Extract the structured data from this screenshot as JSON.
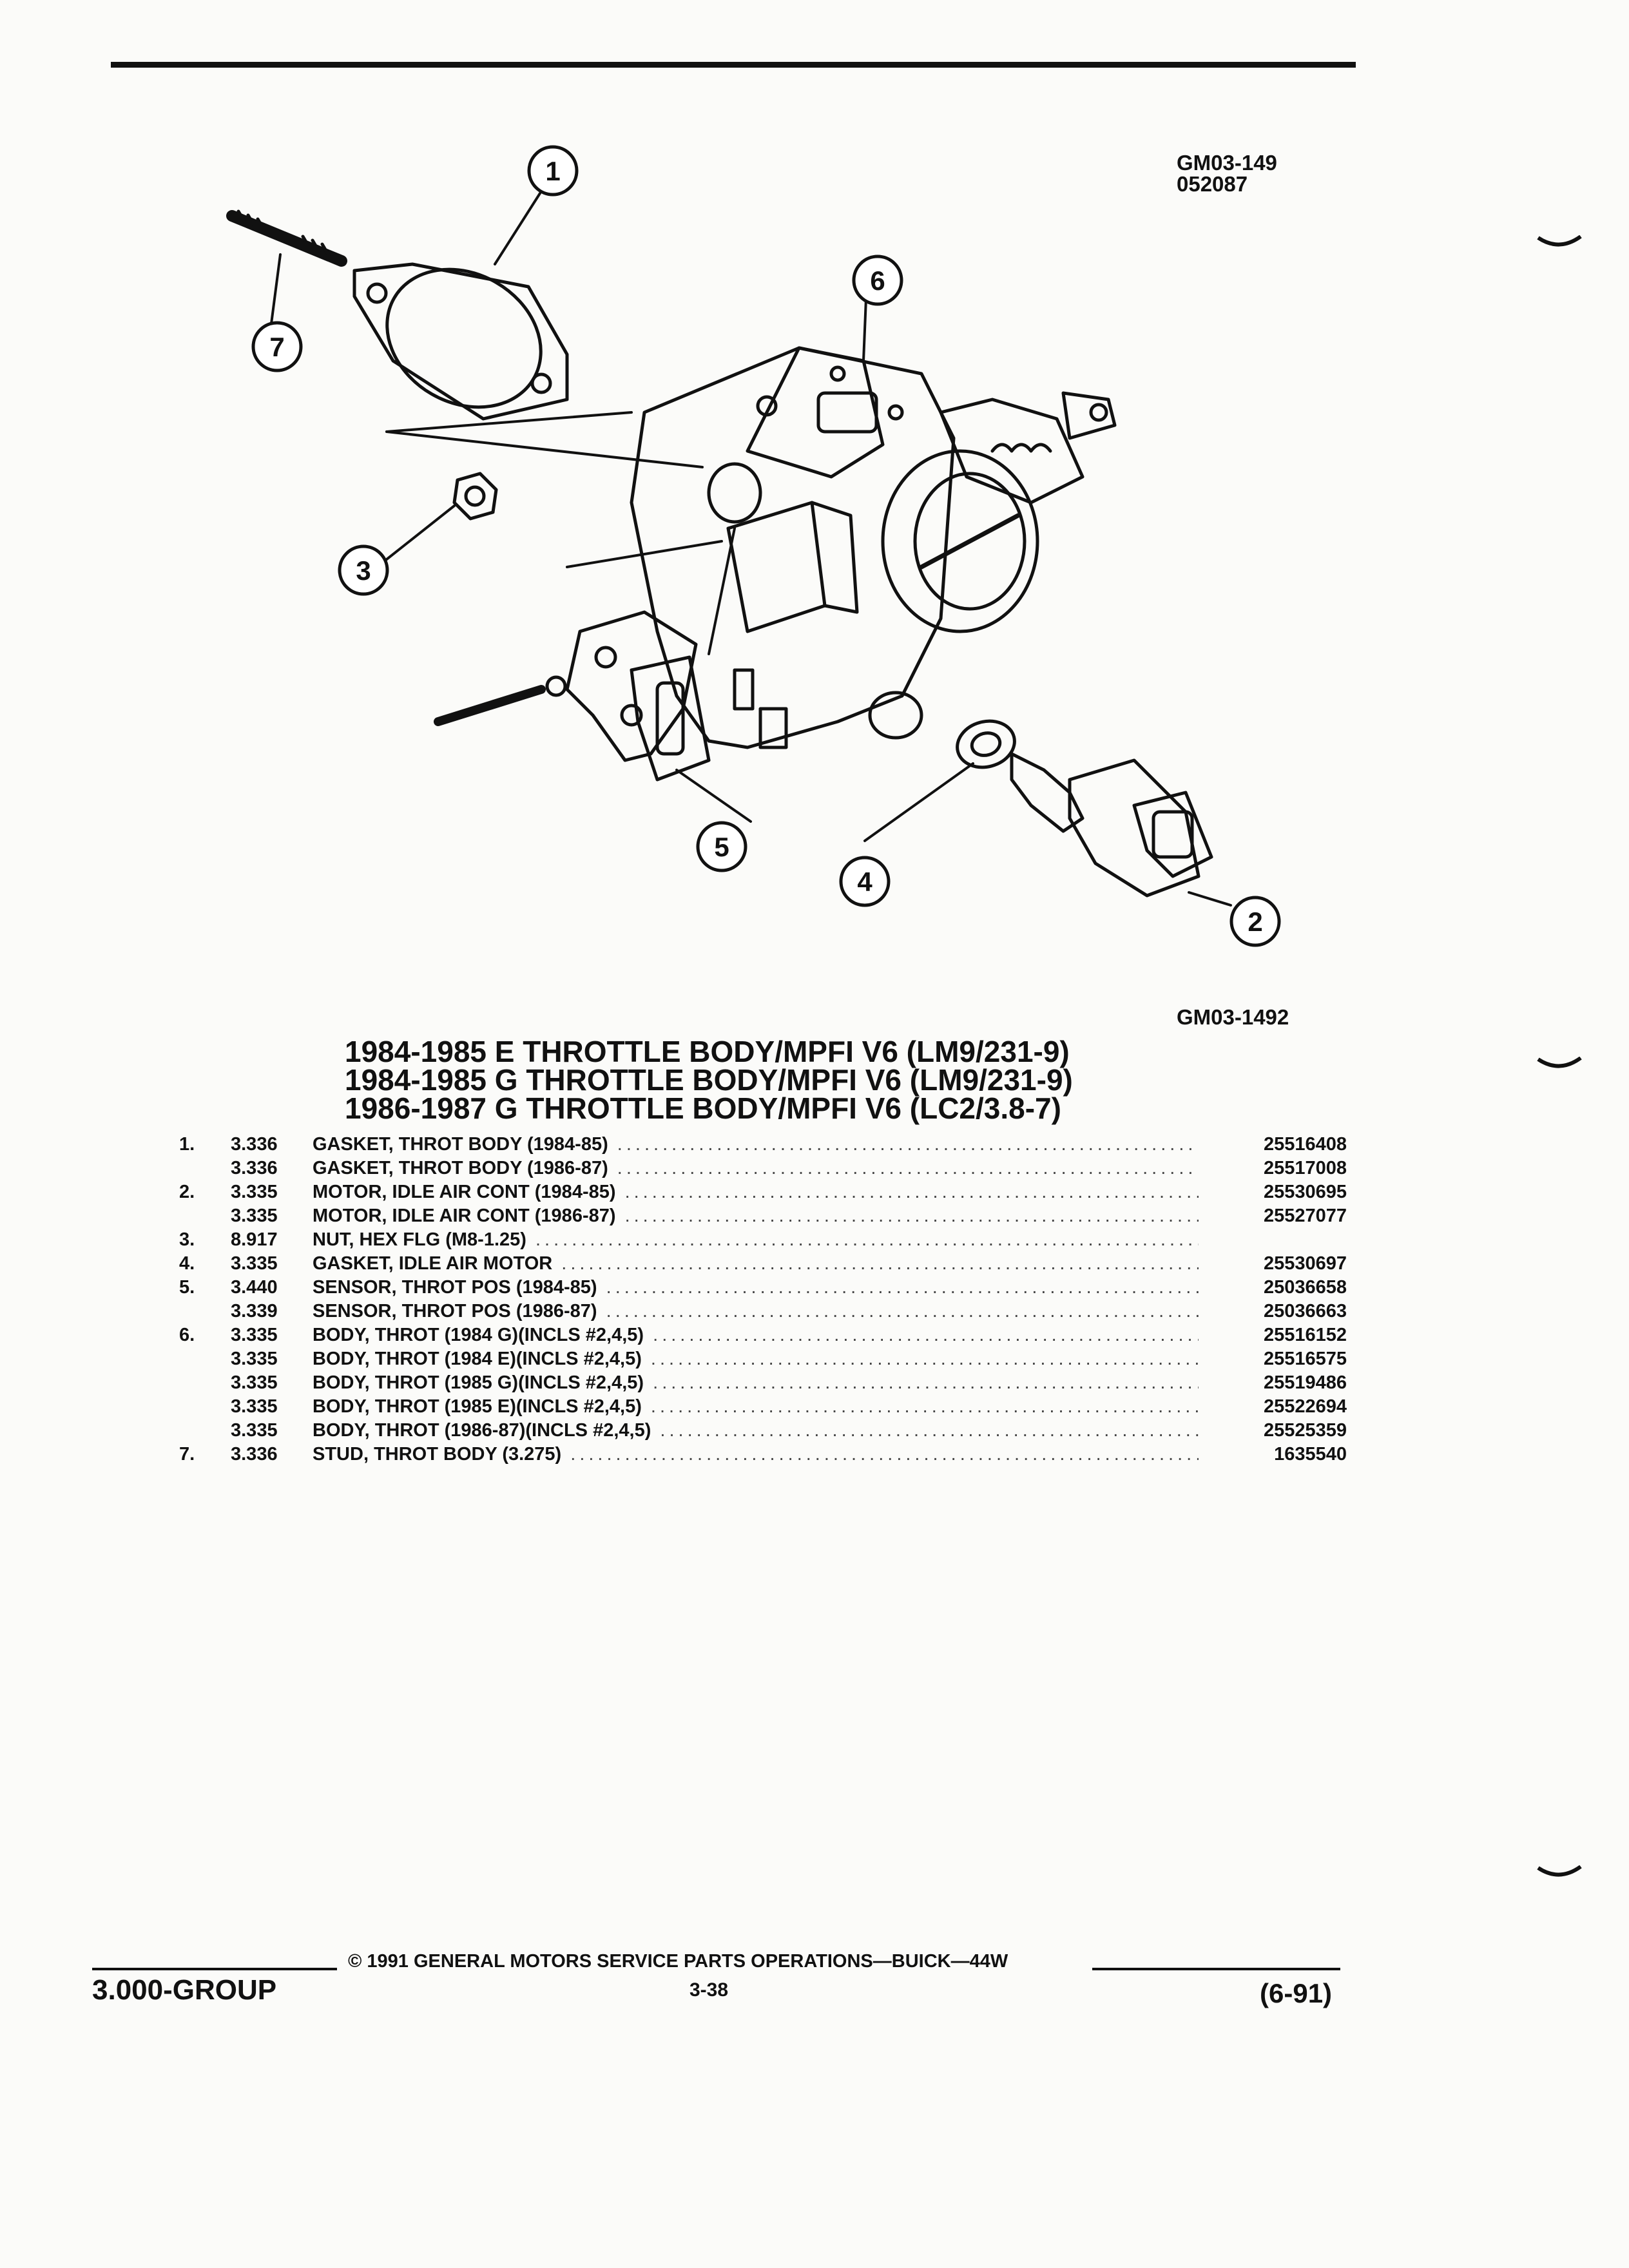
{
  "header": {
    "figure_id_1": "GM03-149",
    "figure_id_2": "052087",
    "figure_id_bottom": "GM03-1492"
  },
  "callouts": [
    "1",
    "2",
    "3",
    "4",
    "5",
    "6",
    "7"
  ],
  "titles": [
    "1984-1985 E THROTTLE BODY/MPFI V6 (LM9/231-9)",
    "1984-1985 G THROTTLE BODY/MPFI V6 (LM9/231-9)",
    "1986-1987 G THROTTLE BODY/MPFI V6 (LC2/3.8-7)"
  ],
  "parts": [
    {
      "ref": "1.",
      "group": "3.336",
      "name": "GASKET",
      "rest": ", THROT BODY (1984-85)",
      "part_no": "25516408"
    },
    {
      "ref": "",
      "group": "3.336",
      "name": "GASKET",
      "rest": ", THROT BODY (1986-87)",
      "part_no": "25517008"
    },
    {
      "ref": "2.",
      "group": "3.335",
      "name": "MOTOR",
      "rest": ", IDLE AIR CONT (1984-85)",
      "part_no": "25530695"
    },
    {
      "ref": "",
      "group": "3.335",
      "name": "MOTOR",
      "rest": ", IDLE AIR CONT (1986-87)",
      "part_no": "25527077"
    },
    {
      "ref": "3.",
      "group": "8.917",
      "name": "NUT",
      "rest": ", HEX FLG (M8-1.25)",
      "part_no": ""
    },
    {
      "ref": "4.",
      "group": "3.335",
      "name": "GASKET",
      "rest": ", IDLE AIR MOTOR",
      "part_no": "25530697"
    },
    {
      "ref": "5.",
      "group": "3.440",
      "name": "SENSOR",
      "rest": ", THROT POS (1984-85)",
      "part_no": "25036658"
    },
    {
      "ref": "",
      "group": "3.339",
      "name": "SENSOR",
      "rest": ", THROT POS (1986-87)",
      "part_no": "25036663"
    },
    {
      "ref": "6.",
      "group": "3.335",
      "name": "BODY",
      "rest": ", THROT (1984 G)(INCLS #2,4,5)",
      "part_no": "25516152"
    },
    {
      "ref": "",
      "group": "3.335",
      "name": "BODY",
      "rest": ", THROT (1984 E)(INCLS #2,4,5)",
      "part_no": "25516575"
    },
    {
      "ref": "",
      "group": "3.335",
      "name": "BODY",
      "rest": ", THROT (1985 G)(INCLS #2,4,5)",
      "part_no": "25519486"
    },
    {
      "ref": "",
      "group": "3.335",
      "name": "BODY",
      "rest": ", THROT (1985 E)(INCLS #2,4,5)",
      "part_no": "25522694"
    },
    {
      "ref": "",
      "group": "3.335",
      "name": "BODY",
      "rest": ", THROT (1986-87)(INCLS #2,4,5)",
      "part_no": "25525359"
    },
    {
      "ref": "7.",
      "group": "3.336",
      "name": "STUD",
      "rest": ", THROT BODY (3.275)",
      "part_no": "1635540"
    }
  ],
  "footer": {
    "copyright": "© 1991 GENERAL MOTORS SERVICE PARTS OPERATIONS—BUICK—44W",
    "group": "3.000-GROUP",
    "page": "3-38",
    "date": "(6-91)"
  }
}
